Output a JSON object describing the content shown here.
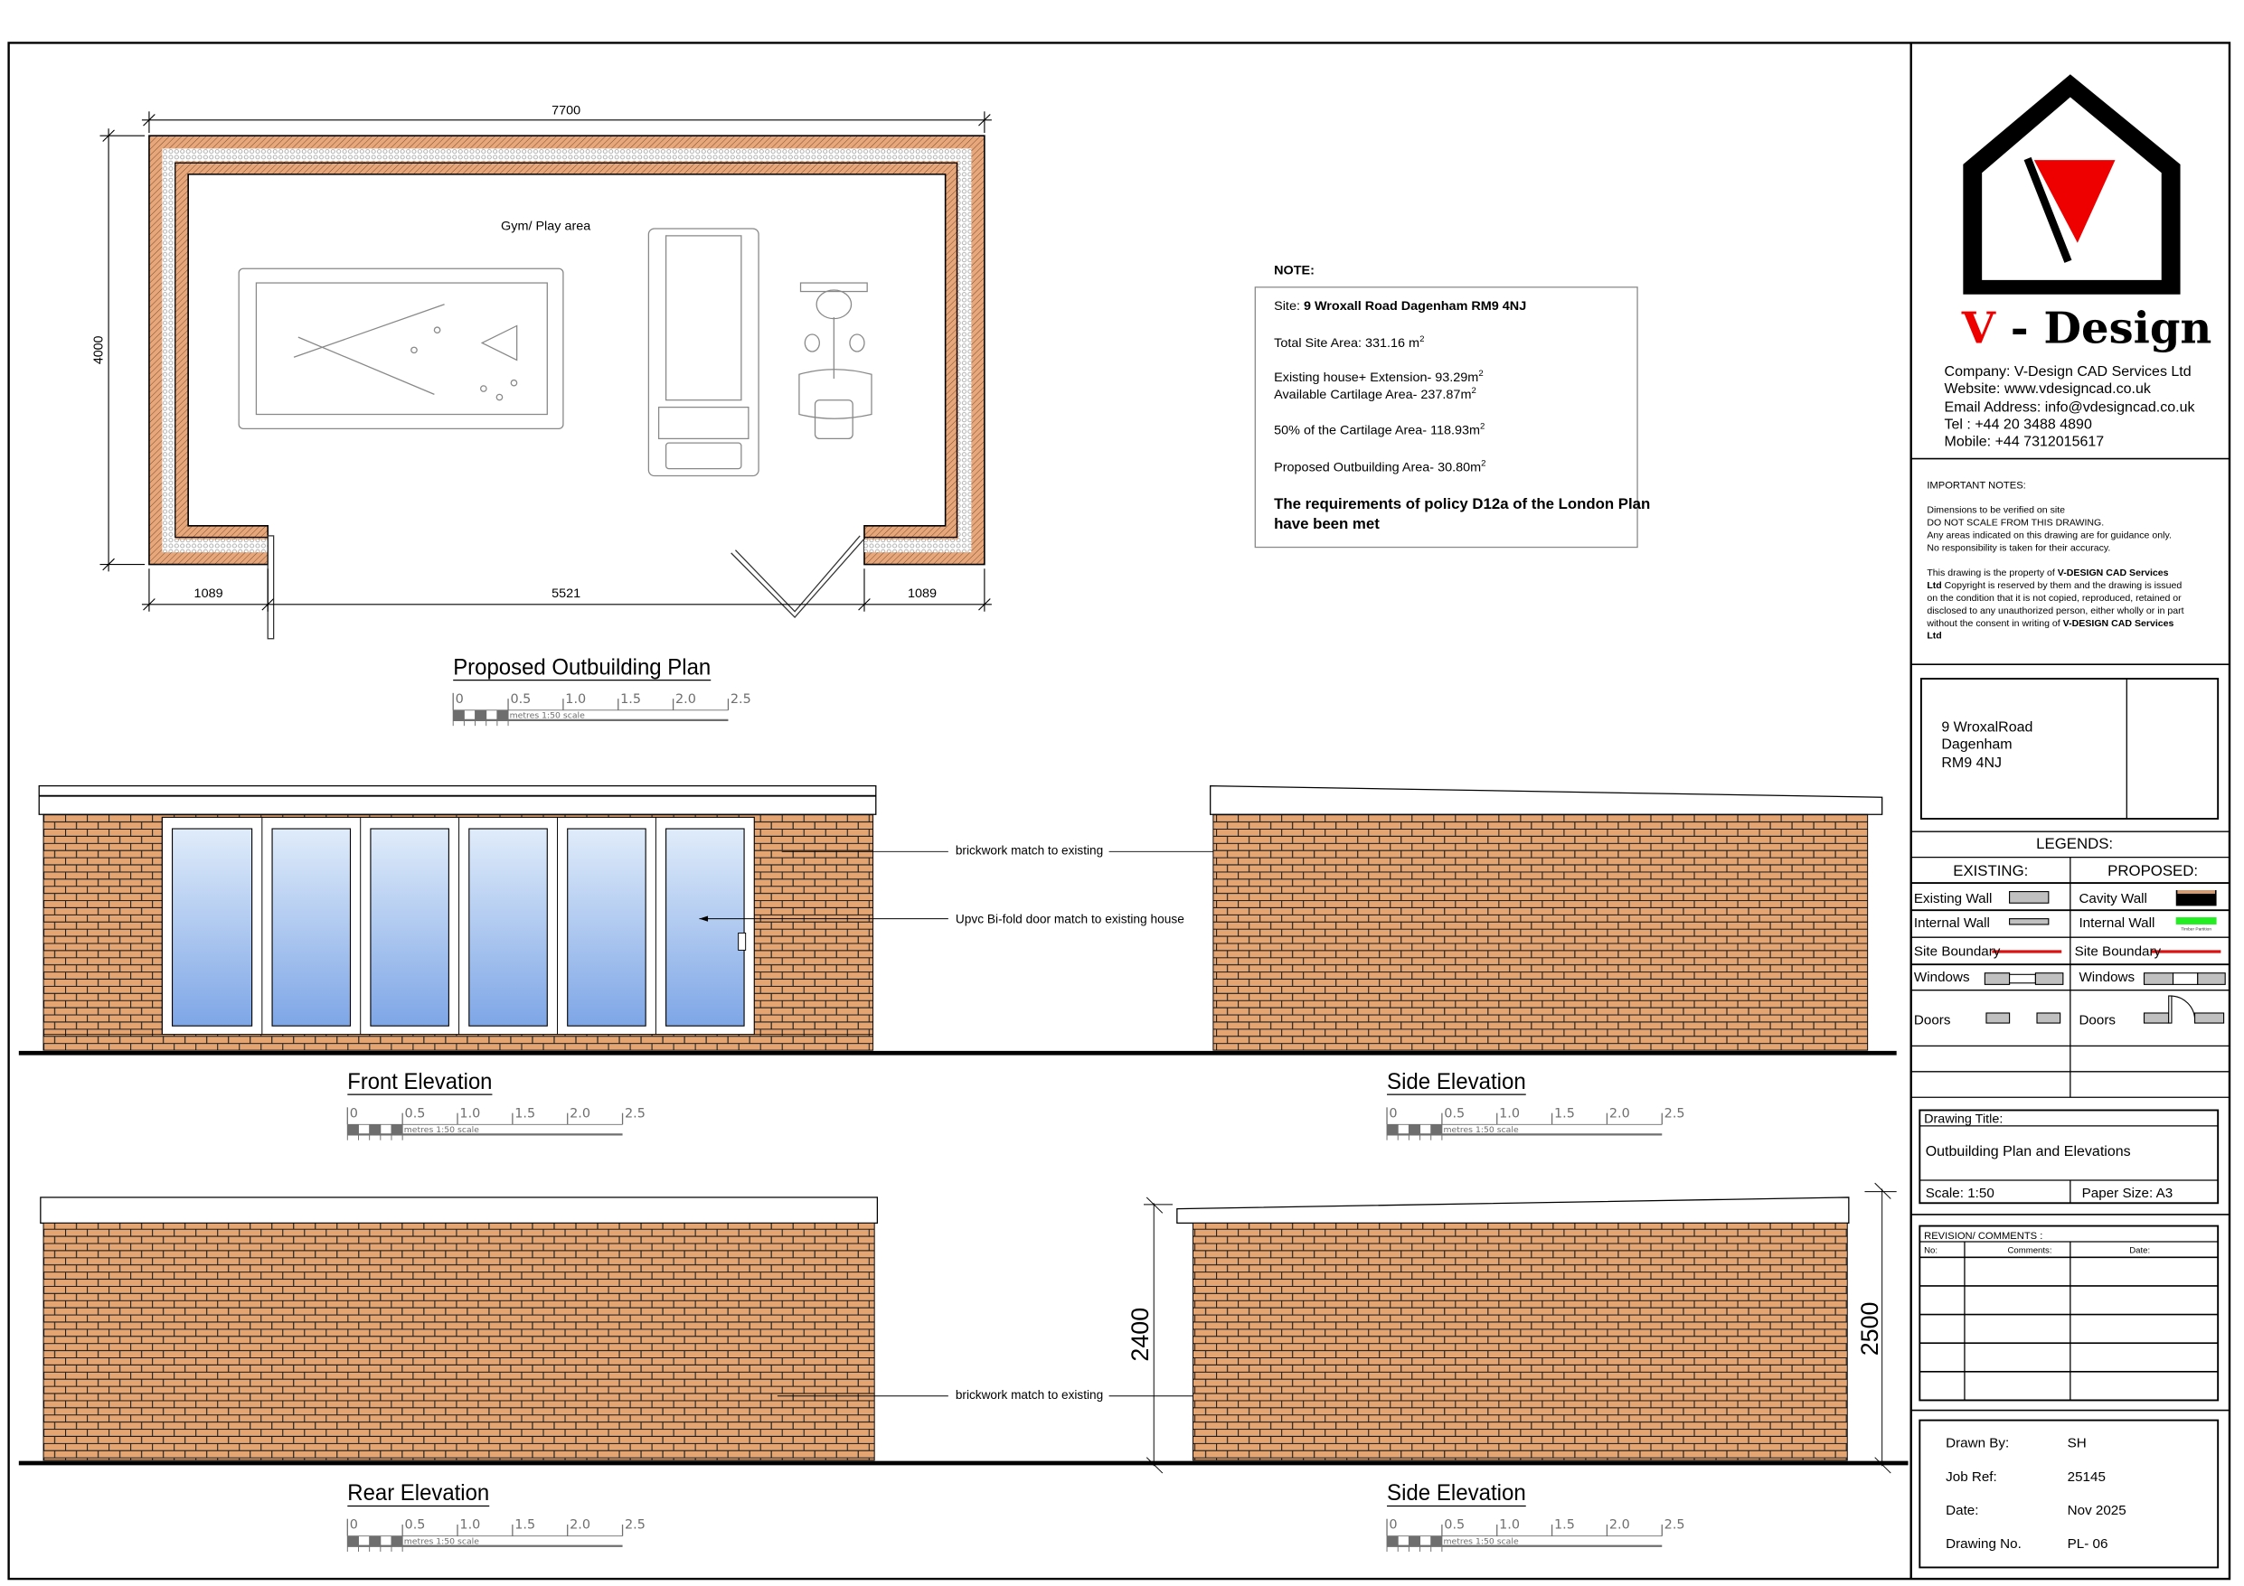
{
  "colors": {
    "brick": "#e4a572",
    "mortar": "#1a1a1a",
    "glass_top": "#e0ecfa",
    "glass_bottom": "#7ea6e6",
    "logo_red": "#ee0000",
    "boundary_red": "#dd1111",
    "timber_green": "#22ee22",
    "scale_grey": "#6e6e6e"
  },
  "plan": {
    "title": "Proposed Outbuilding Plan",
    "room_label": "Gym/ Play area",
    "dims": {
      "overall_width": "7700",
      "overall_depth": "4000",
      "left_return": "1089",
      "opening": "5521",
      "right_return": "1089"
    },
    "furniture": [
      "pool-table",
      "treadmill",
      "exercise-bike"
    ]
  },
  "note": {
    "heading": "NOTE:",
    "site_label": "Site: ",
    "site_value": "9 Wroxall Road Dagenham RM9 4NJ",
    "total_site_area": "Total Site Area: 331.16 m",
    "existing_house": "Existing house+ Extension- 93.29m",
    "available_cartilage": "Available Cartilage Area- 237.87m",
    "half_cartilage": "50% of the Cartilage Area- 118.93m",
    "proposed_area": "Proposed Outbuilding Area- 30.80m",
    "sup": "2",
    "policy_line1": "The requirements of policy D12a of the London Plan",
    "policy_line2": "have been met"
  },
  "elevations": {
    "front_title": "Front Elevation",
    "side_title_top": "Side Elevation",
    "rear_title": "Rear Elevation",
    "side_title_bottom": "Side Elevation",
    "brickwork_label": "brickwork match to existing",
    "door_label": "Upvc Bi-fold door match to existing house",
    "rear_brickwork_label": "brickwork match to existing",
    "height_left": "2400",
    "height_right": "2500"
  },
  "scale_bar": {
    "ticks": [
      "0",
      "0.5",
      "1.0",
      "1.5",
      "2.0",
      "2.5"
    ],
    "caption": "metres 1:50 scale"
  },
  "title_block": {
    "logo_text_v": "V",
    "logo_text_rest": " - Design",
    "company": "Company: V-Design CAD Services Ltd",
    "website": "Website: www.vdesigncad.co.uk",
    "email": "Email Address: info@vdesigncad.co.uk",
    "tel": "Tel : +44 20 3488 4890",
    "mobile": "Mobile: +44 7312015617",
    "important_heading": "IMPORTANT NOTES:",
    "important_lines": [
      "Dimensions to be verified on site",
      "DO NOT SCALE FROM THIS DRAWING.",
      "Any areas indicated on this drawing are for guidance only.",
      "No responsibility is taken for their accuracy."
    ],
    "copyright_lines": [
      [
        {
          "t": "This drawing is the property of ",
          "b": false
        },
        {
          "t": "V-DESIGN CAD Services",
          "b": true
        }
      ],
      [
        {
          "t": "Ltd",
          "b": true
        },
        {
          "t": " Copyright is reserved by them and the drawing is issued",
          "b": false
        }
      ],
      [
        {
          "t": "on the condition that it is not copied, reproduced, retained or",
          "b": false
        }
      ],
      [
        {
          "t": "disclosed to any unauthorized person, either wholly or in part",
          "b": false
        }
      ],
      [
        {
          "t": "without the consent in writing of ",
          "b": false
        },
        {
          "t": "V-DESIGN CAD Services",
          "b": true
        }
      ],
      [
        {
          "t": "Ltd",
          "b": true
        }
      ]
    ],
    "address": [
      "9 WroxalRoad",
      "Dagenham",
      "RM9 4NJ"
    ],
    "legends_heading": "LEGENDS:",
    "existing_heading": "EXISTING:",
    "proposed_heading": "PROPOSED:",
    "existing_items": [
      "Existing Wall",
      "Internal Wall",
      "Site Boundary",
      "Windows",
      "Doors"
    ],
    "proposed_items": [
      "Cavity Wall",
      "Internal Wall",
      "Site Boundary",
      "Windows",
      "Doors"
    ],
    "timber_partition": "Timber Partition",
    "drawing_title_label": "Drawing Title:",
    "drawing_title": "Outbuilding Plan and Elevations",
    "scale": "Scale:  1:50",
    "paper_size": "Paper Size:  A3",
    "revision_heading": "REVISION/ COMMENTS :",
    "revision_columns": [
      "No:",
      "Comments:",
      "Date:"
    ],
    "revision_rows": 5,
    "info": [
      {
        "label": "Drawn By:",
        "value": "SH"
      },
      {
        "label": "Job Ref:",
        "value": "25145"
      },
      {
        "label": "Date:",
        "value": "Nov 2025"
      },
      {
        "label": "Drawing No.",
        "value": "PL- 06"
      }
    ]
  }
}
